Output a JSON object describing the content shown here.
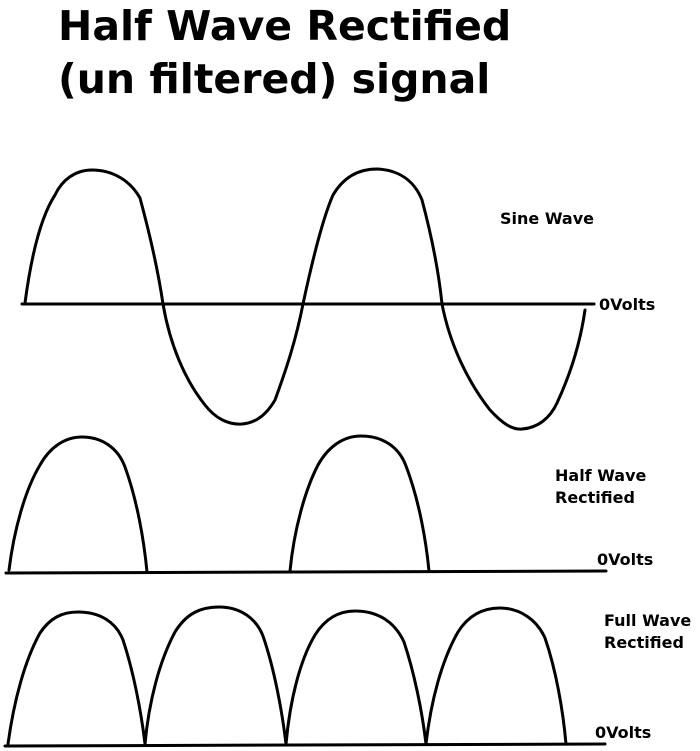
{
  "title": {
    "line1": "Half Wave Rectified",
    "line2": "(un filtered) signal"
  },
  "labels": {
    "sine_wave": "Sine Wave",
    "zero_volts_1": "0Volts",
    "half_wave_line1": "Half Wave",
    "half_wave_line2": "Rectified",
    "zero_volts_2": "0Volts",
    "full_wave_line1": "Full Wave",
    "full_wave_line2": "Rectified",
    "zero_volts_3": "0Volts"
  },
  "colors": {
    "stroke": "#000000",
    "background": "#ffffff"
  }
}
